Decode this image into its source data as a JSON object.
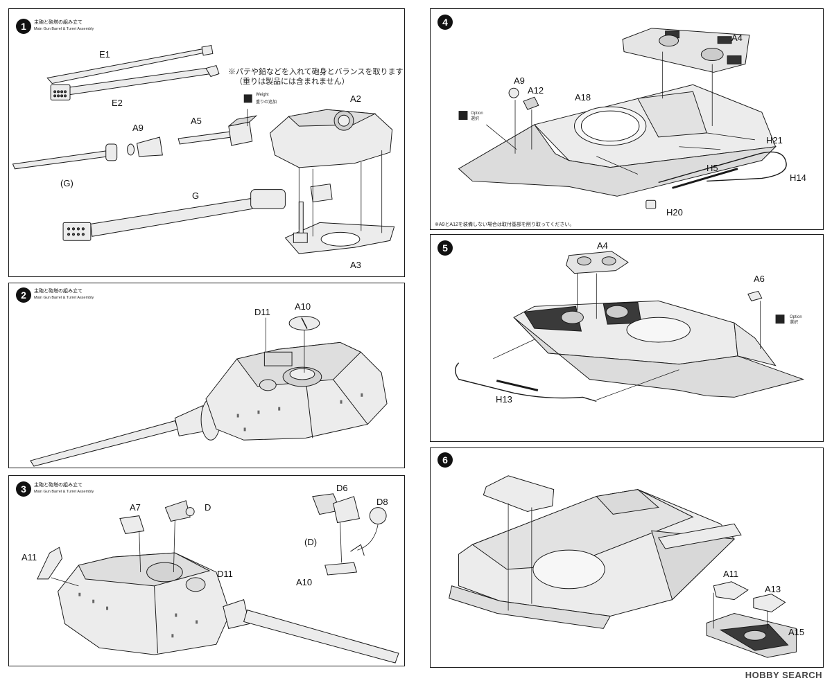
{
  "steps": [
    {
      "num": "1",
      "title_jp": "主砲と砲塔の組み立て",
      "title_en": "Main Gun Barrel & Turret Assembly",
      "labels": [
        "E1",
        "E2",
        "A9",
        "A5",
        "A2",
        "(G)",
        "G",
        "A3"
      ],
      "note_line1": "※パテや鉛などを入れて砲身とバランスを取ります",
      "note_line2": "（重りは製品には含まれません）",
      "weight_en": "Weight",
      "weight_jp": "重りの追加"
    },
    {
      "num": "2",
      "title_jp": "主砲と砲塔の組み立て",
      "title_en": "Main Gun Barrel & Turret Assembly",
      "labels": [
        "D11",
        "A10"
      ]
    },
    {
      "num": "3",
      "title_jp": "主砲と砲塔の組み立て",
      "title_en": "Main Gun Barrel & Turret Assembly",
      "labels": [
        "A7",
        "D",
        "A11",
        "D11",
        "D6",
        "D8",
        "(D)",
        "A10"
      ]
    },
    {
      "num": "4",
      "labels": [
        "A4",
        "A9",
        "A12",
        "A18",
        "H21",
        "H5",
        "H14",
        "H20"
      ],
      "option_en": "Option",
      "option_jp": "選択",
      "footnote": "※A9とA12を装備しない場合は取付基部を削り取ってください。"
    },
    {
      "num": "5",
      "labels": [
        "A4",
        "A6",
        "H13"
      ],
      "option_en": "Option",
      "option_jp": "選択"
    },
    {
      "num": "6",
      "labels": [
        "A11",
        "A13",
        "A15"
      ]
    }
  ],
  "watermark": "HOBBY SEARCH",
  "colors": {
    "line": "#1a1a1a",
    "hull": "#e8e8e8",
    "shade": "#c9c9c9",
    "dark": "#333333"
  }
}
